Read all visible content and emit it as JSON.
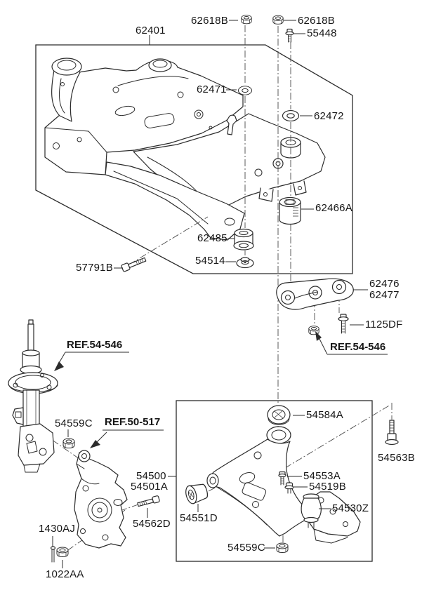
{
  "page": {
    "background": "#ffffff",
    "line_color": "#2b2b2b",
    "text_color": "#161616"
  },
  "crossmember_assembly": {
    "frame": "62401",
    "mount_nut_left": "62618B",
    "mount_nut_right": "62618B",
    "bolt": "55448",
    "washer_upper": "62471",
    "washer_lower": "62472",
    "bushing_rear": "62466A",
    "bushing_front": "62485",
    "stopper": "54514",
    "mount_bolt": "57791B"
  },
  "roll_stopper_bracket": {
    "bracket": "62476",
    "bracket_alt": "62477",
    "bolt": "1125DF",
    "ref_label": "REF.54-546"
  },
  "strut": {
    "ref_label": "REF.54-546"
  },
  "knuckle": {
    "ref_label": "REF.50-517",
    "flange_nut": "54559C",
    "clamp_bolt": "54562D",
    "cotter_pin": "1430AJ",
    "castle_nut": "1022AA"
  },
  "lower_arm": {
    "arm": "54500",
    "arm_alt": "54501A",
    "bushing_rear": "54584A",
    "bolt_upper": "54553A",
    "bolt_lower": "54519B",
    "ball_joint": "54530Z",
    "bushing_front": "54551D",
    "nut": "54559C",
    "mount_bolt": "54563B"
  }
}
